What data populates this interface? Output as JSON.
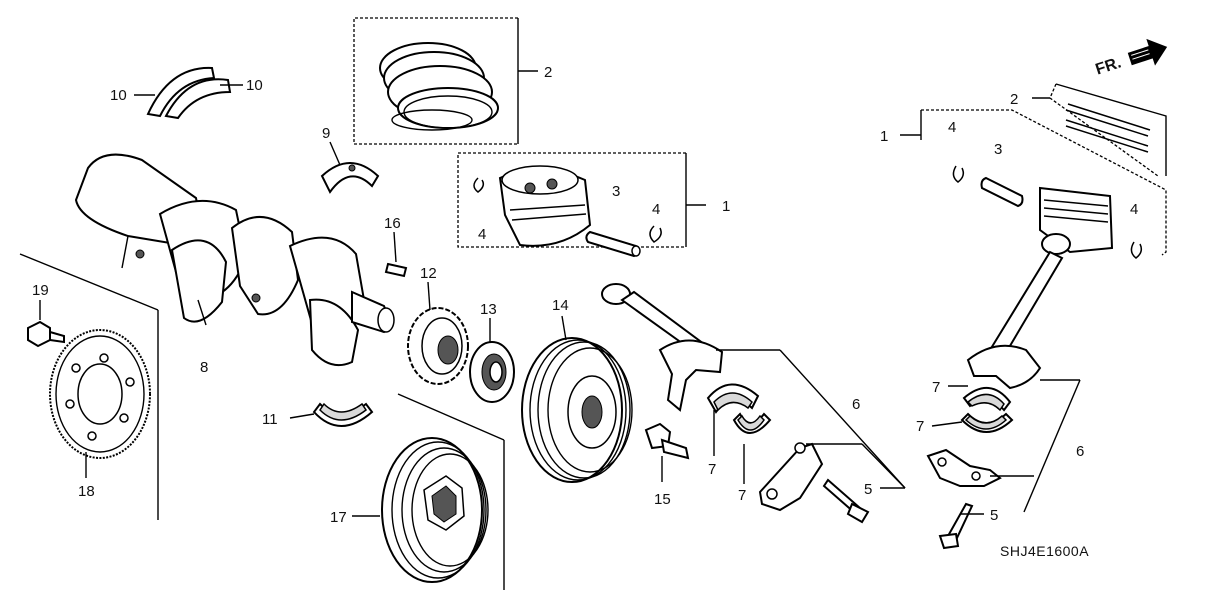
{
  "diagram": {
    "direction_label": "FR.",
    "code": "SHJ4E1600A",
    "callouts": [
      {
        "id": "c2a",
        "text": "2"
      },
      {
        "id": "c1a",
        "text": "1"
      },
      {
        "id": "c3a",
        "text": "3"
      },
      {
        "id": "c4a",
        "text": "4"
      },
      {
        "id": "c4b",
        "text": "4"
      },
      {
        "id": "c10a",
        "text": "10"
      },
      {
        "id": "c10b",
        "text": "10"
      },
      {
        "id": "c9",
        "text": "9"
      },
      {
        "id": "c16",
        "text": "16"
      },
      {
        "id": "c12",
        "text": "12"
      },
      {
        "id": "c13",
        "text": "13"
      },
      {
        "id": "c14",
        "text": "14"
      },
      {
        "id": "c8",
        "text": "8"
      },
      {
        "id": "c19",
        "text": "19"
      },
      {
        "id": "c18",
        "text": "18"
      },
      {
        "id": "c11",
        "text": "11"
      },
      {
        "id": "c17",
        "text": "17"
      },
      {
        "id": "c15",
        "text": "15"
      },
      {
        "id": "c7a",
        "text": "7"
      },
      {
        "id": "c7b",
        "text": "7"
      },
      {
        "id": "c6a",
        "text": "6"
      },
      {
        "id": "c5a",
        "text": "5"
      },
      {
        "id": "c2b",
        "text": "2"
      },
      {
        "id": "c1b",
        "text": "1"
      },
      {
        "id": "c4c",
        "text": "4"
      },
      {
        "id": "c3b",
        "text": "3"
      },
      {
        "id": "c4d",
        "text": "4"
      },
      {
        "id": "c7c",
        "text": "7"
      },
      {
        "id": "c7d",
        "text": "7"
      },
      {
        "id": "c6b",
        "text": "6"
      },
      {
        "id": "c5b",
        "text": "5"
      }
    ]
  }
}
